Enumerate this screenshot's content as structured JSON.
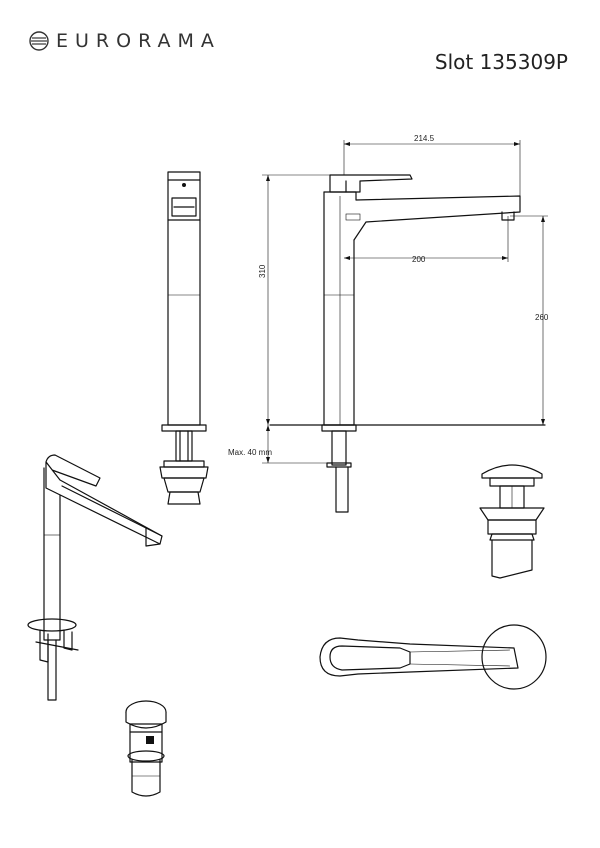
{
  "header": {
    "brand_name": "EURORAMA",
    "product_title": "Slot 135309P"
  },
  "dimensions": {
    "spout_reach": "214.5",
    "height_total": "310",
    "spout_height": "260",
    "outlet_reach": "200",
    "max_thickness": "Max. 40 mm"
  },
  "icons": {
    "brand_logo": "eurorama-logo-icon"
  }
}
